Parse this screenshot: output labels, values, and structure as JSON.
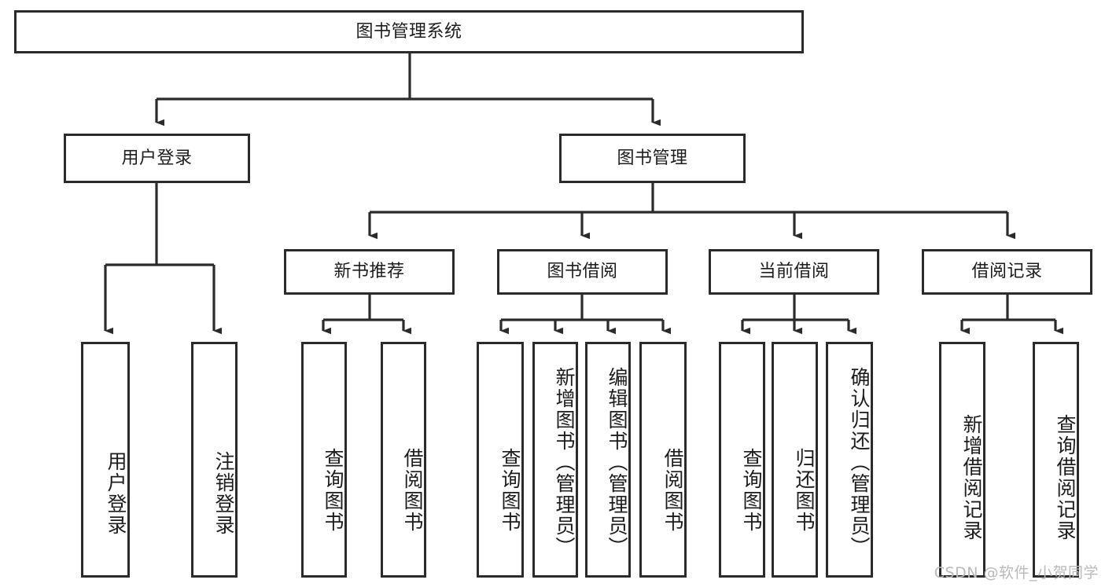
{
  "diagram": {
    "title_node": {
      "label": "图书管理系统"
    },
    "level1": [
      {
        "label": "用户登录"
      },
      {
        "label": "图书管理"
      }
    ],
    "level2": [
      {
        "label": "新书推荐"
      },
      {
        "label": "图书借阅"
      },
      {
        "label": "当前借阅"
      },
      {
        "label": "借阅记录"
      }
    ],
    "leaves": {
      "user_login": [
        {
          "label": "用户登录"
        },
        {
          "label": "注销登录"
        }
      ],
      "new_book_recommend": [
        {
          "label": "查询图书"
        },
        {
          "label": "借阅图书"
        }
      ],
      "book_borrow": [
        {
          "label": "查询图书"
        },
        {
          "label": "新增图书（管理员）"
        },
        {
          "label": "编辑图书（管理员）"
        },
        {
          "label": "借阅图书"
        }
      ],
      "current_borrow": [
        {
          "label": "查询图书"
        },
        {
          "label": "归还图书"
        },
        {
          "label": "确认归还（管理员）"
        }
      ],
      "borrow_records": [
        {
          "label": "新增借阅记录"
        },
        {
          "label": "查询借阅记录"
        }
      ]
    }
  },
  "watermark": {
    "text": "CSDN @软件_小贺同学"
  },
  "colors": {
    "stroke": "#2b2b2b",
    "background": "#ffffff",
    "text": "#1c1c1c",
    "watermark": "#b9b9b9"
  }
}
